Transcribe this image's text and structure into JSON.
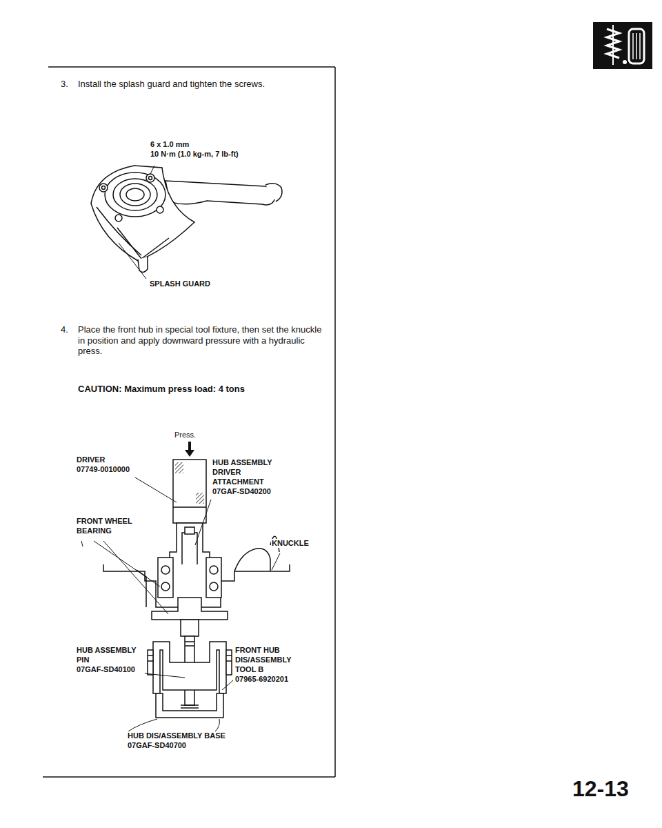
{
  "diagram": {
    "labels": [
      "3.",
      "Install the splash guard and tighten the screws.",
      "6 x 1.0 mm",
      "10 N·m (1.0 kg-m, 7 lb-ft)",
      "SPLASH GUARD",
      "4.",
      "Place the front hub in special tool fixture, then set the knuckle in position and apply downward pressure with a hydraulic press.",
      "CAUTION: Maximum press load: 4 tons",
      "Press.",
      "DRIVER",
      "07749-0010000",
      "HUB ASSEMBLY",
      "DRIVER",
      "ATTACHMENT",
      "07GAF-SD40200",
      "FRONT WHEEL",
      "BEARING",
      "KNUCKLE",
      "HUB ASSEMBLY",
      "PIN",
      "07GAF-SD40100",
      "FRONT HUB",
      "DIS/ASSEMBLY",
      "TOOL B",
      "07965-6920201",
      "HUB DIS/ASSEMBLY BASE",
      "07GAF-SD40700",
      "12-13"
    ]
  }
}
